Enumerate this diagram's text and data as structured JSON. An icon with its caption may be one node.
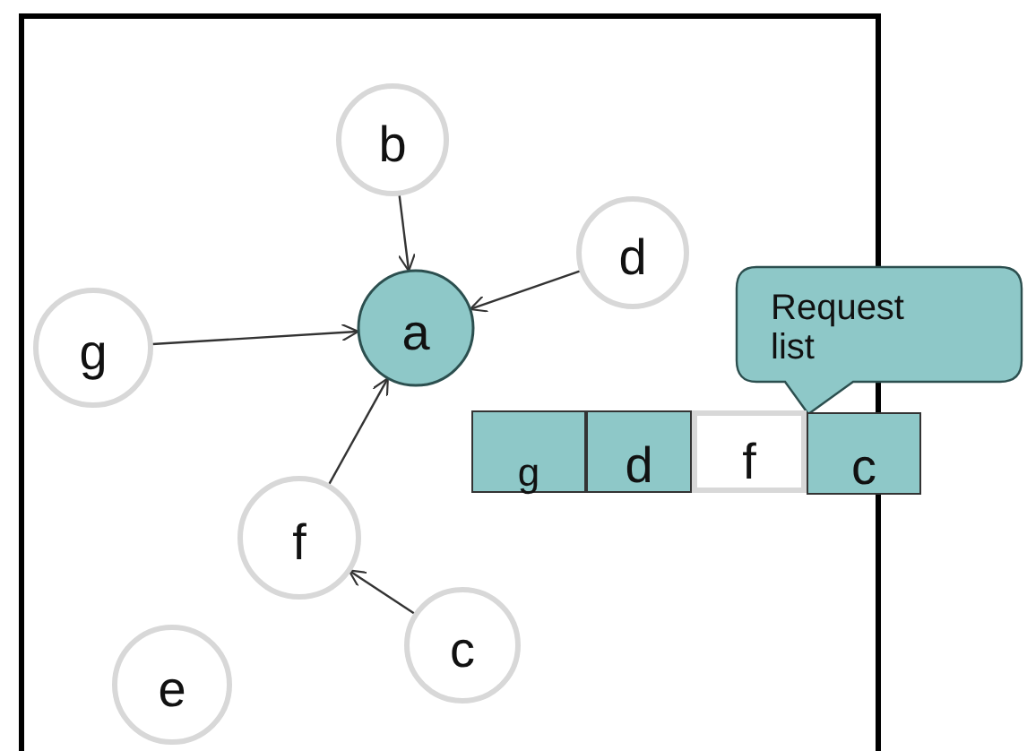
{
  "diagram": {
    "nodes": [
      {
        "text": [
          "b"
        ]
      },
      {
        "text": [
          "d"
        ]
      },
      {
        "text": [
          "g"
        ]
      },
      {
        "text": [
          "a"
        ]
      },
      {
        "text": [
          "Request list"
        ]
      },
      {
        "text": [
          "g"
        ]
      },
      {
        "text": [
          "d"
        ]
      },
      {
        "text": [
          "f"
        ]
      },
      {
        "text": [
          "c"
        ]
      },
      {
        "text": [
          "f"
        ]
      },
      {
        "text": [
          "c"
        ]
      },
      {
        "text": [
          "e"
        ]
      }
    ],
    "edges": [
      {
        "from": 0,
        "to": 3,
        "arrow": "to"
      },
      {
        "from": 1,
        "to": 3,
        "arrow": "to"
      },
      {
        "from": 2,
        "to": 3,
        "arrow": "to"
      },
      {
        "from": 9,
        "to": 3,
        "arrow": "to"
      },
      {
        "from": 10,
        "to": 9,
        "arrow": "to"
      }
    ]
  }
}
